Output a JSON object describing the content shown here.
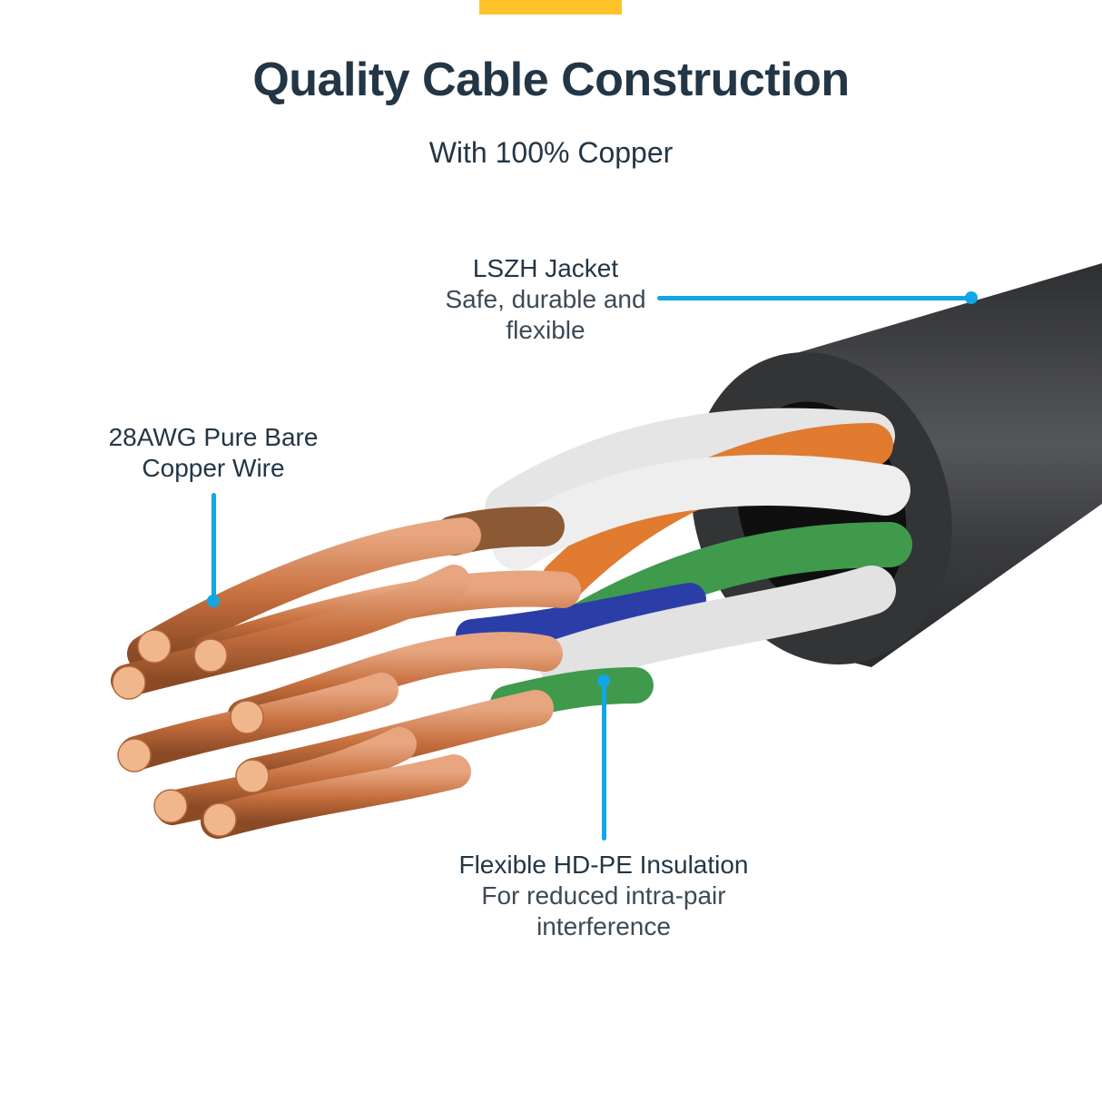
{
  "header": {
    "accent_color": "#fec32b",
    "title": "Quality Cable Construction",
    "subtitle": "With 100% Copper"
  },
  "callouts": {
    "jacket": {
      "title": "LSZH Jacket",
      "desc_line1": "Safe, durable and",
      "desc_line2": "flexible"
    },
    "copper": {
      "title_line1": "28AWG Pure Bare",
      "title_line2": "Copper Wire"
    },
    "insulation": {
      "title": "Flexible HD-PE Insulation",
      "desc_line1": "For reduced intra-pair",
      "desc_line2": "interference"
    },
    "line_color": "#12a6e4"
  },
  "illustration": {
    "subject": "ethernet-cable-cutaway",
    "jacket_color": "#3a3b3d",
    "wire_colors": [
      "#ffffff",
      "#e07b30",
      "#3f9a4c",
      "#2b3ea8",
      "#8b5a34"
    ],
    "copper_color": "#c8794a"
  }
}
